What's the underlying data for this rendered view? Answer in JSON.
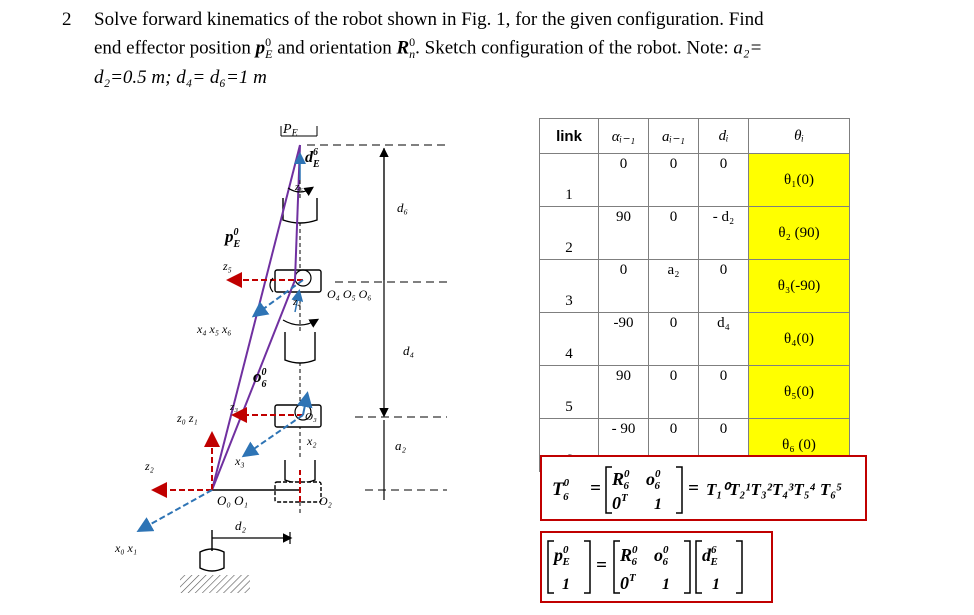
{
  "problem": {
    "number": "2",
    "line1": "Solve forward kinematics of the robot shown in Fig. 1, for the given configuration.  Find",
    "line2_a": "end effector position ",
    "line2_sym1": "p",
    "line2_b": " and orientation ",
    "line2_sym2": "R",
    "line2_c": ". Sketch configuration of the robot. Note: ",
    "line2_d": "a₂=",
    "line3": "d₂=0.5 m; d₄= d₆=1 m"
  },
  "diagram_labels": {
    "pe": "P",
    "pe_sub": "E",
    "d6e": "d",
    "d6e_sup": "6",
    "d6e_sub": "E",
    "z6": "z₆",
    "d6": "d₆",
    "p0e": "p",
    "p0e_sup": "0",
    "p0e_sub": "E",
    "z5": "z₅",
    "z4": "z₄",
    "o456": "O₄ O₅ O₆",
    "x456": "x₄ x₅ x₆",
    "d4": "d₄",
    "o06": "o",
    "o06_sup": "0",
    "o06_sub": "6",
    "z3": "z₃",
    "o3": "O₃",
    "z01": "z₀ z₁",
    "x2": "x₂",
    "a2": "a₂",
    "z2": "z₂",
    "x3": "x₃",
    "o01": "O₀ O₁",
    "o2": "O₂",
    "d2": "d₂",
    "x01": "x₀ x₁"
  },
  "table": {
    "headers": [
      "link",
      "αᵢ₋₁",
      "aᵢ₋₁",
      "dᵢ",
      "θᵢ"
    ],
    "rows": [
      {
        "link": "1",
        "alpha": "0",
        "a": "0",
        "d": "0",
        "theta": "θ₁(0)"
      },
      {
        "link": "2",
        "alpha": "90",
        "a": "0",
        "d": "- d₂",
        "theta": "θ₂ (90)"
      },
      {
        "link": "3",
        "alpha": "0",
        "a": "a₂",
        "d": "0",
        "theta": "θ₃(-90)"
      },
      {
        "link": "4",
        "alpha": "-90",
        "a": "0",
        "d": "d₄",
        "theta": "θ₄(0)"
      },
      {
        "link": "5",
        "alpha": "90",
        "a": "0",
        "d": "0",
        "theta": "θ₅(0)"
      },
      {
        "link": "6",
        "alpha": "- 90",
        "a": "0",
        "d": "0",
        "theta": "θ₆ (0)"
      }
    ]
  },
  "eq1": {
    "lhs": "T",
    "lhs_sup": "0",
    "lhs_sub": "6",
    "m_r": "R",
    "m_o": "o",
    "m_zero": "0",
    "m_T": "T",
    "m_one": "1",
    "rhs": "T₁⁰T₂¹T₃²T₄³T₅⁴ T₆⁵"
  },
  "eq2": {
    "p": "p",
    "one": "1",
    "r": "R",
    "o": "o",
    "zero": "0",
    "T": "T",
    "d": "d"
  },
  "colors": {
    "purple": "#7030a0",
    "red_dashed": "#c00000",
    "blue_dashed": "#2e74b5",
    "highlight": "#ffff00",
    "box_border": "#c00000"
  }
}
